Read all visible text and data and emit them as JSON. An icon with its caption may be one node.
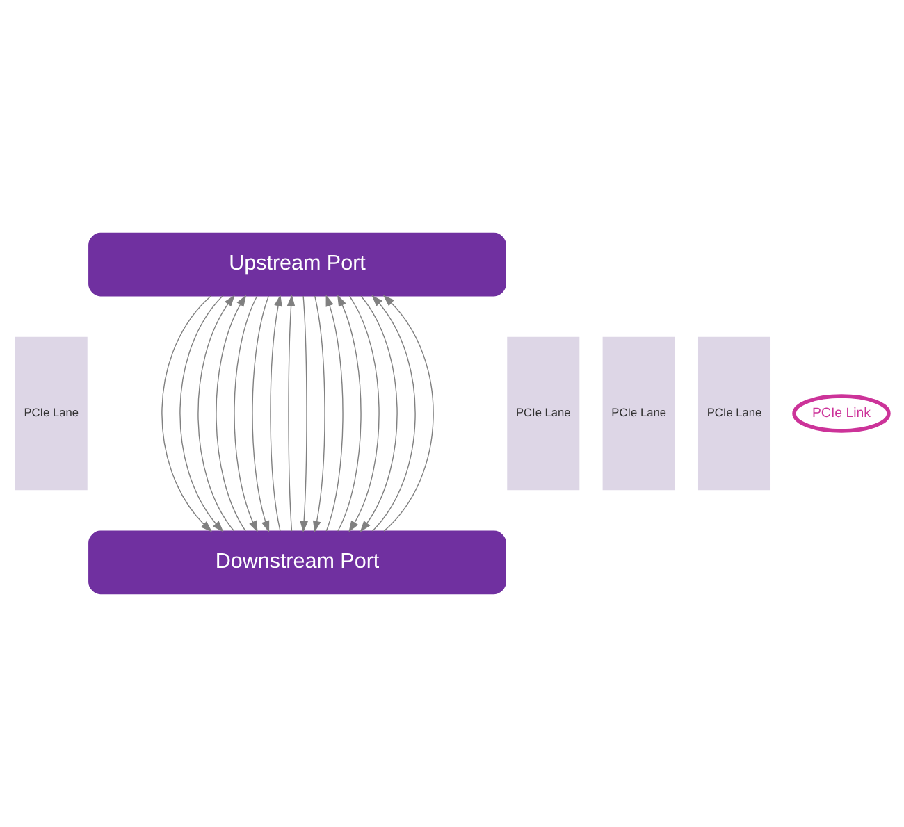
{
  "diagram": {
    "nodes": [
      {
        "text": [
          "Upstream Port"
        ]
      },
      {
        "text": [
          "PCIe Lane"
        ]
      },
      {
        "text": [
          "PCIe Lane"
        ]
      },
      {
        "text": [
          "PCIe Lane"
        ]
      },
      {
        "text": [
          "PCIe Lane"
        ]
      },
      {
        "text": [
          "PCIe Link"
        ]
      },
      {
        "text": [
          "Downstream Port"
        ]
      }
    ],
    "edges": [
      {
        "from": 0,
        "to": 6,
        "arrow": "to"
      },
      {
        "from": 0,
        "to": 6,
        "arrow": "to"
      },
      {
        "from": 6,
        "to": 0,
        "arrow": "to"
      },
      {
        "from": 6,
        "to": 0,
        "arrow": "to"
      },
      {
        "from": 0,
        "to": 6,
        "arrow": "to"
      },
      {
        "from": 0,
        "to": 6,
        "arrow": "to"
      },
      {
        "from": 6,
        "to": 0,
        "arrow": "to"
      },
      {
        "from": 6,
        "to": 0,
        "arrow": "to"
      },
      {
        "from": 0,
        "to": 6,
        "arrow": "to"
      },
      {
        "from": 0,
        "to": 6,
        "arrow": "to"
      },
      {
        "from": 6,
        "to": 0,
        "arrow": "to"
      },
      {
        "from": 6,
        "to": 0,
        "arrow": "to"
      },
      {
        "from": 0,
        "to": 6,
        "arrow": "to"
      },
      {
        "from": 0,
        "to": 6,
        "arrow": "to"
      },
      {
        "from": 6,
        "to": 0,
        "arrow": "to"
      },
      {
        "from": 6,
        "to": 0,
        "arrow": "to"
      }
    ]
  }
}
